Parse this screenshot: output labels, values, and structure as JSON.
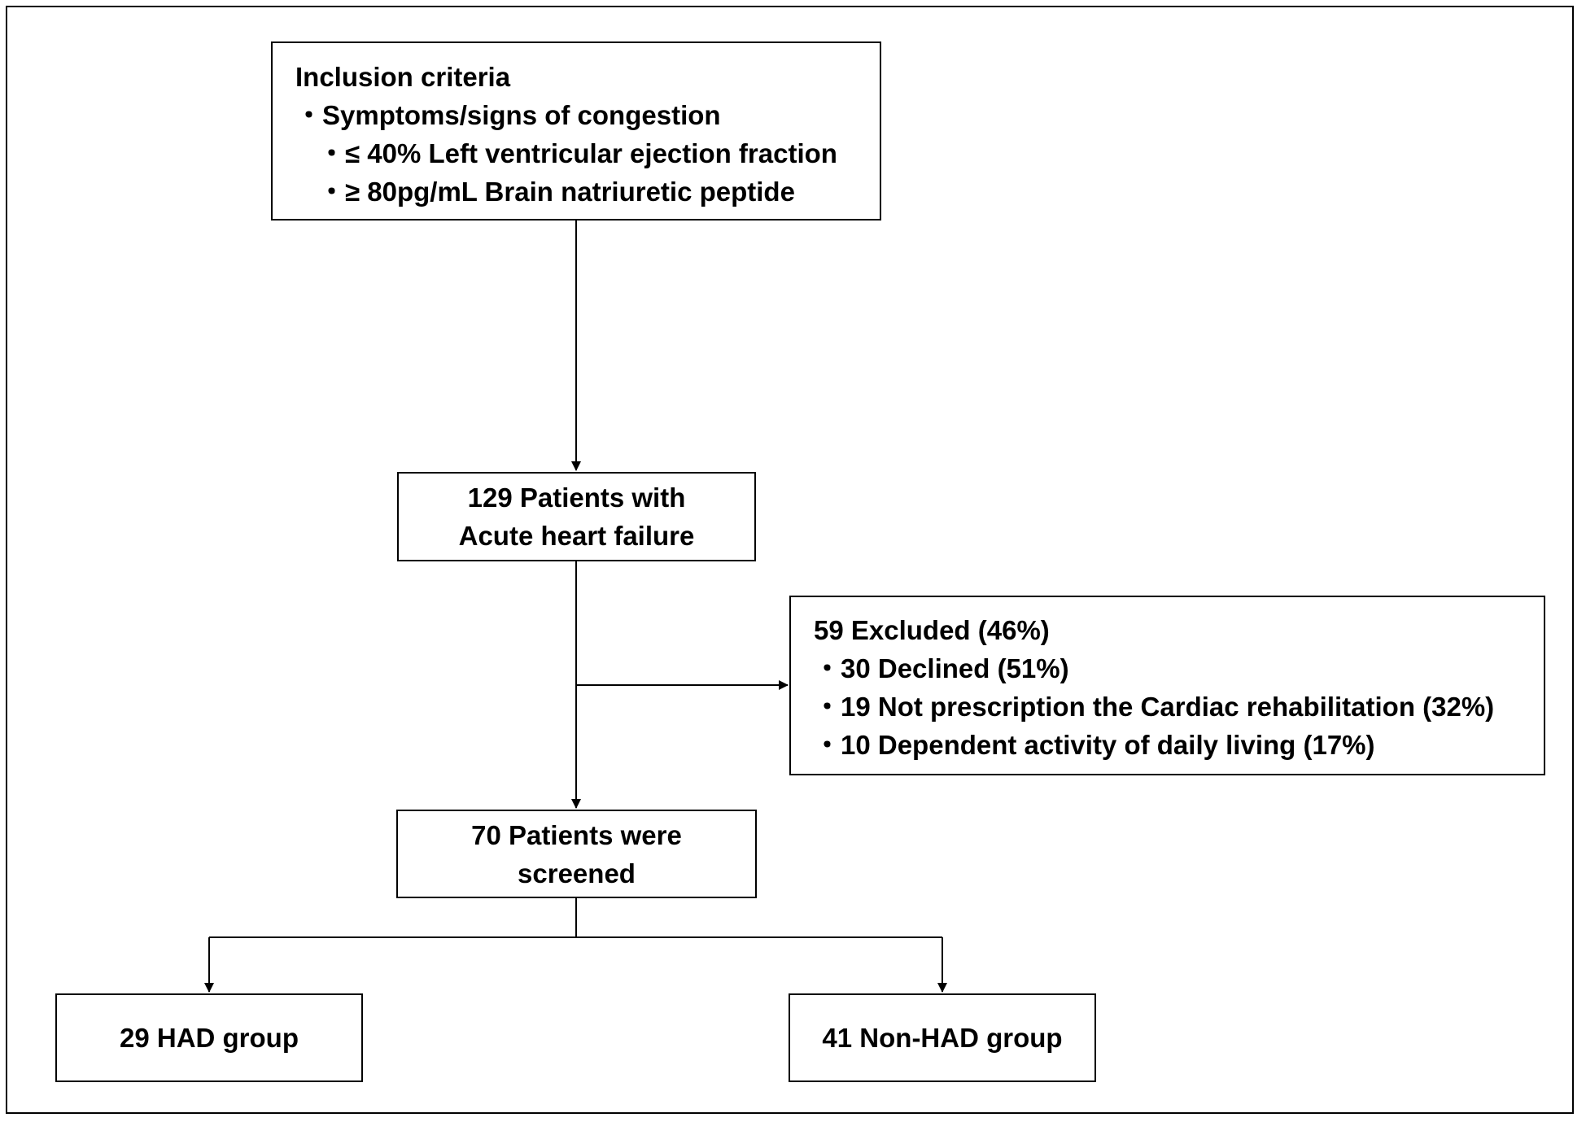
{
  "inclusion": {
    "heading": "Inclusion criteria",
    "items": [
      "・Symptoms/signs of congestion",
      "・≤ 40% Left ventricular ejection fraction",
      "・≥ 80pg/mL Brain natriuretic peptide"
    ]
  },
  "acute_hf": {
    "lines": [
      "129 Patients with",
      "Acute heart failure"
    ]
  },
  "excluded": {
    "heading": "59 Excluded (46%)",
    "items": [
      "・30 Declined (51%)",
      "・19 Not prescription the Cardiac rehabilitation (32%)",
      "・10 Dependent activity of daily living (17%)"
    ]
  },
  "screened": {
    "lines": [
      "70 Patients were",
      "screened"
    ]
  },
  "had_group": {
    "label": "29 HAD group"
  },
  "non_had_group": {
    "label": "41 Non-HAD group"
  }
}
